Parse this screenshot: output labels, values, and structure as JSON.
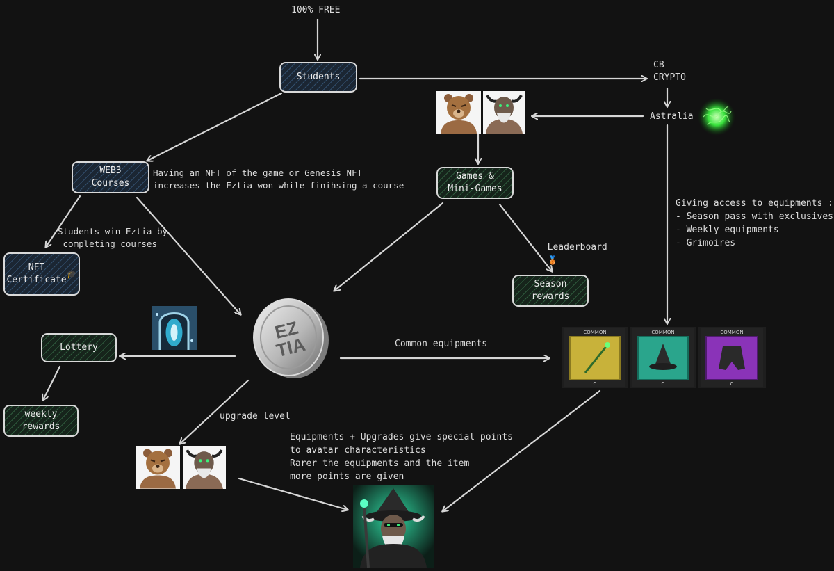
{
  "top_label": "100% FREE",
  "nodes": {
    "students": "Students",
    "web3_courses": "WEB3\nCourses",
    "nft_certificate": "NFT\nCertificate",
    "games": "Games &\nMini-Games",
    "season_rewards": "Season\nrewards",
    "lottery": "Lottery",
    "weekly_rewards": "weekly\nrewards"
  },
  "labels": {
    "cb_crypto": "CB\nCRYPTO",
    "astralia": "Astralia",
    "nft_bonus": "Having an NFT of the game or Genesis NFT\nincreases the Eztia won while finihsing a course",
    "students_win": "Students win Eztia by\n completing courses",
    "leaderboard": "Leaderboard",
    "leaderboard_icon": "🥉",
    "cert_icon": "🎓",
    "giving_access": "Giving access to equipments :\n- Season pass with exclusives\n- Weekly equipments\n- Grimoires",
    "common_equipments": "Common equipments",
    "upgrade_level": "upgrade level",
    "equipments_note": "Equipments + Upgrades give special points\nto avatar characteristics\nRarer the equipments and the item\nmore points are given"
  },
  "coin_text": "EZ\nTIA",
  "cards": {
    "header": "COMMON",
    "footer": "C"
  },
  "colors": {
    "background": "#121212",
    "arrow": "#d6d6d6",
    "blue_fill": "#1b2633",
    "green_fill": "#16241b",
    "card_gold": "#c8b23a",
    "card_teal": "#2aa58c",
    "card_purple": "#8a33b8",
    "astralia_orb": "#39e23d"
  }
}
